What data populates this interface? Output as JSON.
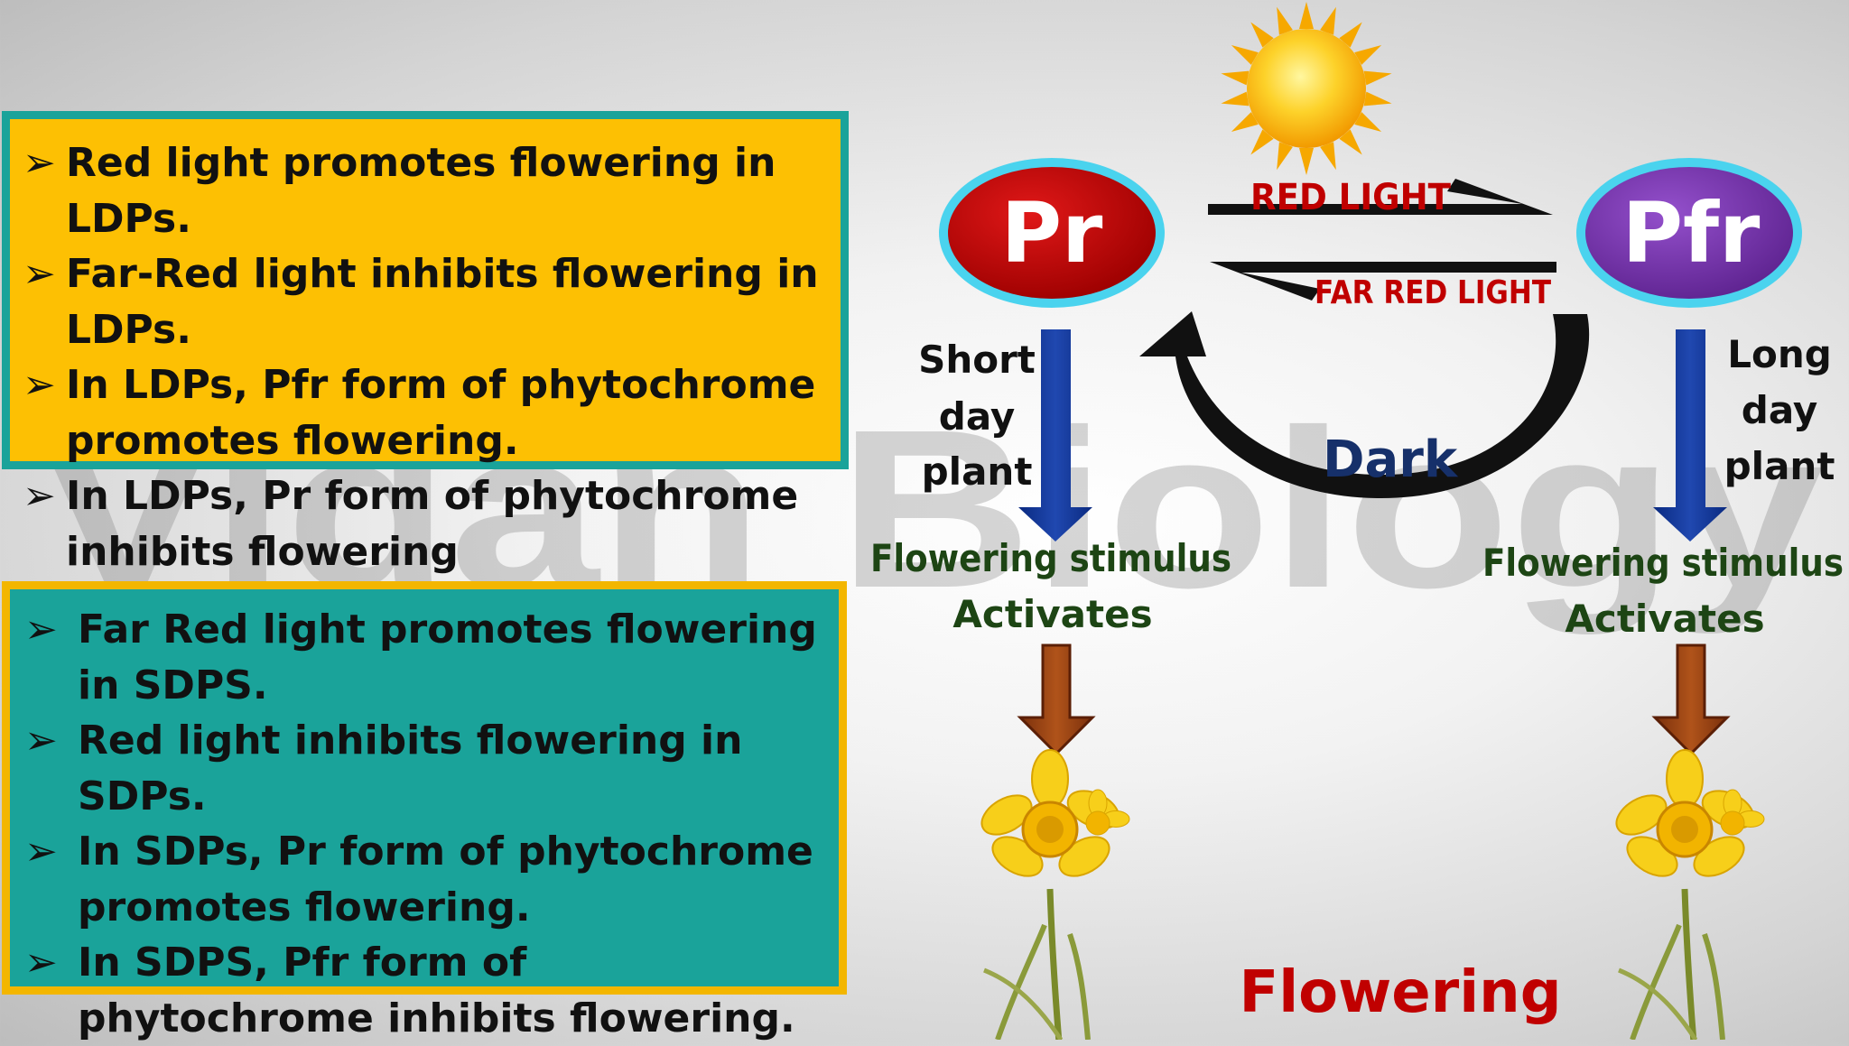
{
  "watermark": "Vidan Biology",
  "ldp_box": {
    "bullet_glyph": "➢",
    "items": [
      "Red light promotes flowering in LDPs.",
      "Far-Red light inhibits flowering in LDPs.",
      "In LDPs, Pfr form of phytochrome promotes flowering.",
      "In LDPs, Pr form of phytochrome inhibits flowering"
    ]
  },
  "sdp_box": {
    "bullet_glyph": "➢",
    "items": [
      "Far Red light promotes flowering in SDPS.",
      "Red light inhibits flowering in SDPs.",
      "In SDPs, Pr form of phytochrome promotes flowering.",
      "In SDPS, Pfr form of phytochrome inhibits flowering."
    ]
  },
  "diagram": {
    "pr_label": "Pr",
    "pfr_label": "Pfr",
    "red_light_label": "RED LIGHT",
    "far_red_light_label": "FAR RED LIGHT",
    "dark_label": "Dark",
    "short_day": [
      "Short",
      "day",
      "plant"
    ],
    "long_day": [
      "Long",
      "day",
      "plant"
    ],
    "stimulus_line1": "Flowering stimulus",
    "stimulus_line2": "Activates",
    "flowering_label": "Flowering"
  },
  "colors": {
    "ldp_box_fill": "#fdc003",
    "sdp_box_fill": "#1aa39a",
    "pr_fill": "#c80000",
    "pfr_fill": "#7d35b4",
    "ring": "#4ad3ee",
    "red_text": "#c00000",
    "dark_text": "#16306a",
    "green_text": "#1d4514",
    "blue_arrow": "#0f2f8f",
    "brown_arrow": "#8d3b10"
  }
}
